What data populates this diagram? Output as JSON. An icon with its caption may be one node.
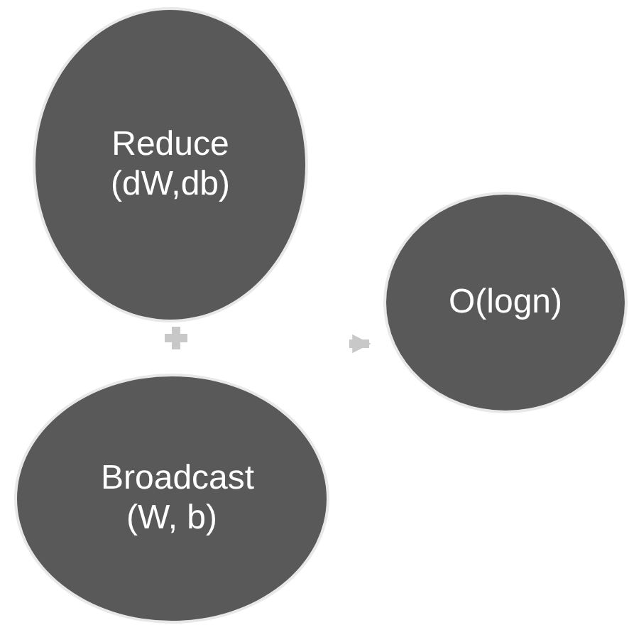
{
  "diagram": {
    "nodes": [
      {
        "text": [
          "Reduce (dW,db)"
        ]
      },
      {
        "text": [
          "Broadcast (W, b)"
        ]
      },
      {
        "text": [
          "O(logn)"
        ]
      }
    ],
    "edges": [
      {
        "from": null,
        "to": 2,
        "arrow": "to"
      }
    ]
  }
}
